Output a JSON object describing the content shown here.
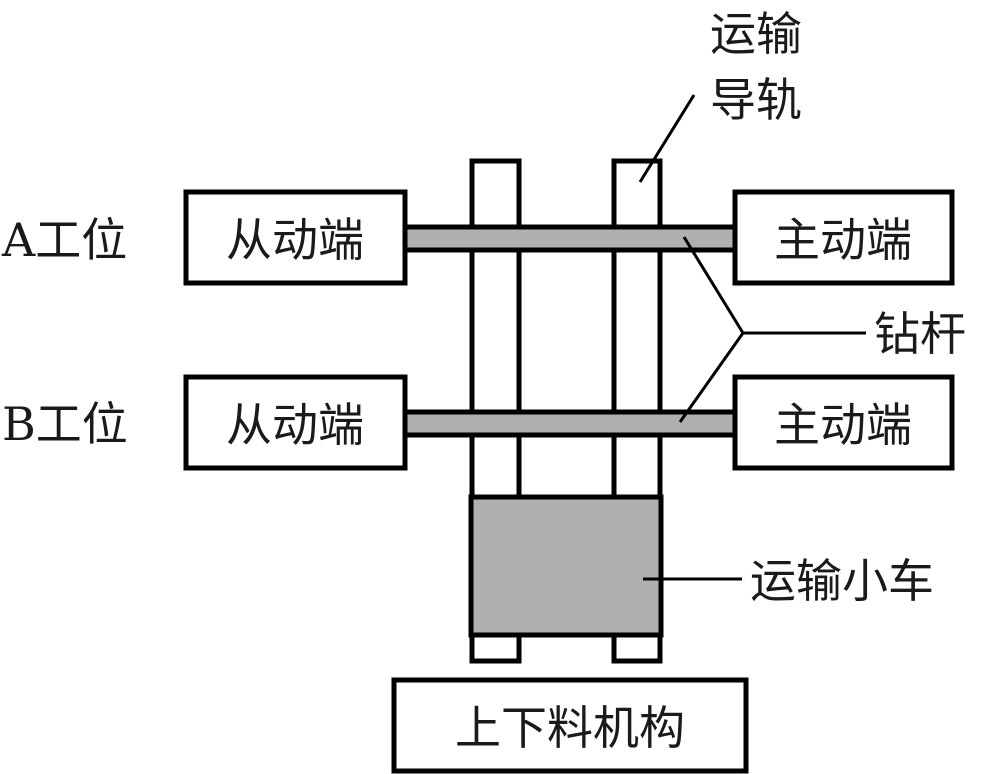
{
  "diagram": {
    "colors": {
      "stroke": "#000000",
      "rod_fill": "#b0b0b0",
      "cart_fill": "#b0b0b0",
      "box_fill": "#ffffff",
      "text": "#1a1a1a"
    },
    "stations": [
      {
        "label": "A工位",
        "slave_end": "从动端",
        "master_end": "主动端"
      },
      {
        "label": "B工位",
        "slave_end": "从动端",
        "master_end": "主动端"
      }
    ],
    "callouts": {
      "rail_line1": "运输",
      "rail_line2": "导轨",
      "drill_rod": "钻杆",
      "cart": "运输小车"
    },
    "loader": "上下料机构"
  }
}
